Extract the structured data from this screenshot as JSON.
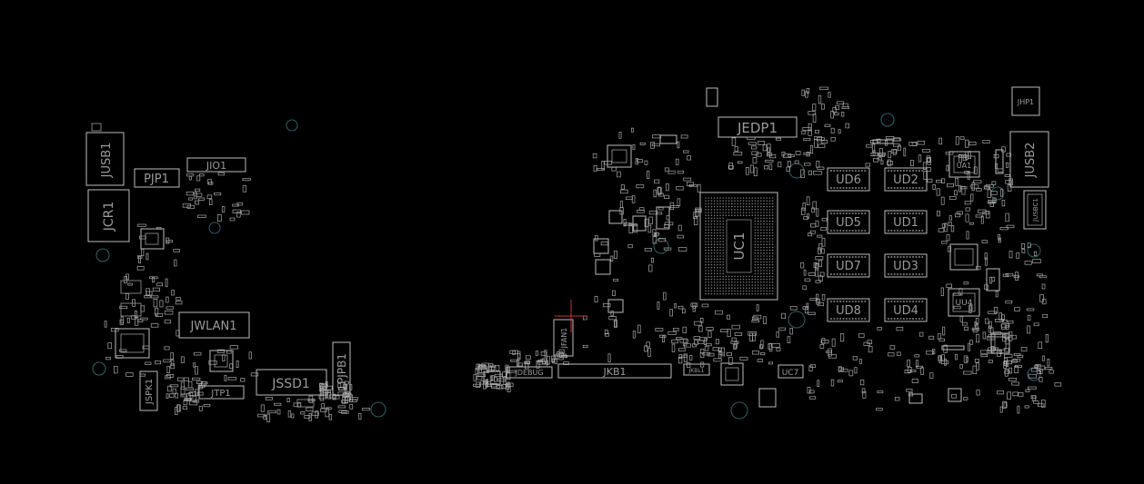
{
  "board": {
    "background": "#000000",
    "outline_color": "#bdbdbd",
    "label_color": "#9a9a9a",
    "mount_hole_color": "#2f5a60",
    "marker_color": "#c0392b"
  },
  "labels": {
    "jusb1": "JUSB1",
    "pjp1": "PJP1",
    "jio1": "JIO1",
    "jcr1": "JCR1",
    "jwlan1": "JWLAN1",
    "jssd1": "JSSD1",
    "pjpb1": "PJPB1",
    "jspk1": "JSPK1",
    "jtp1": "JTP1",
    "jedp1": "JEDP1",
    "jhp1": "JHP1",
    "jusb2": "JUSB2",
    "jusbc1": "JUSBC1",
    "uc1": "UC1",
    "ud6": "UD6",
    "ud2": "UD2",
    "ud5": "UD5",
    "ud1": "UD1",
    "ud7": "UD7",
    "ud3": "UD3",
    "ud8": "UD8",
    "ud4": "UD4",
    "ua1": "UA1",
    "uu4": "UU4",
    "jfan1": "JFAN1",
    "jdebug": "JDEBUG",
    "jkb1": "JKB1",
    "jkbl1": "JKBL1",
    "uc7": "UC7"
  }
}
